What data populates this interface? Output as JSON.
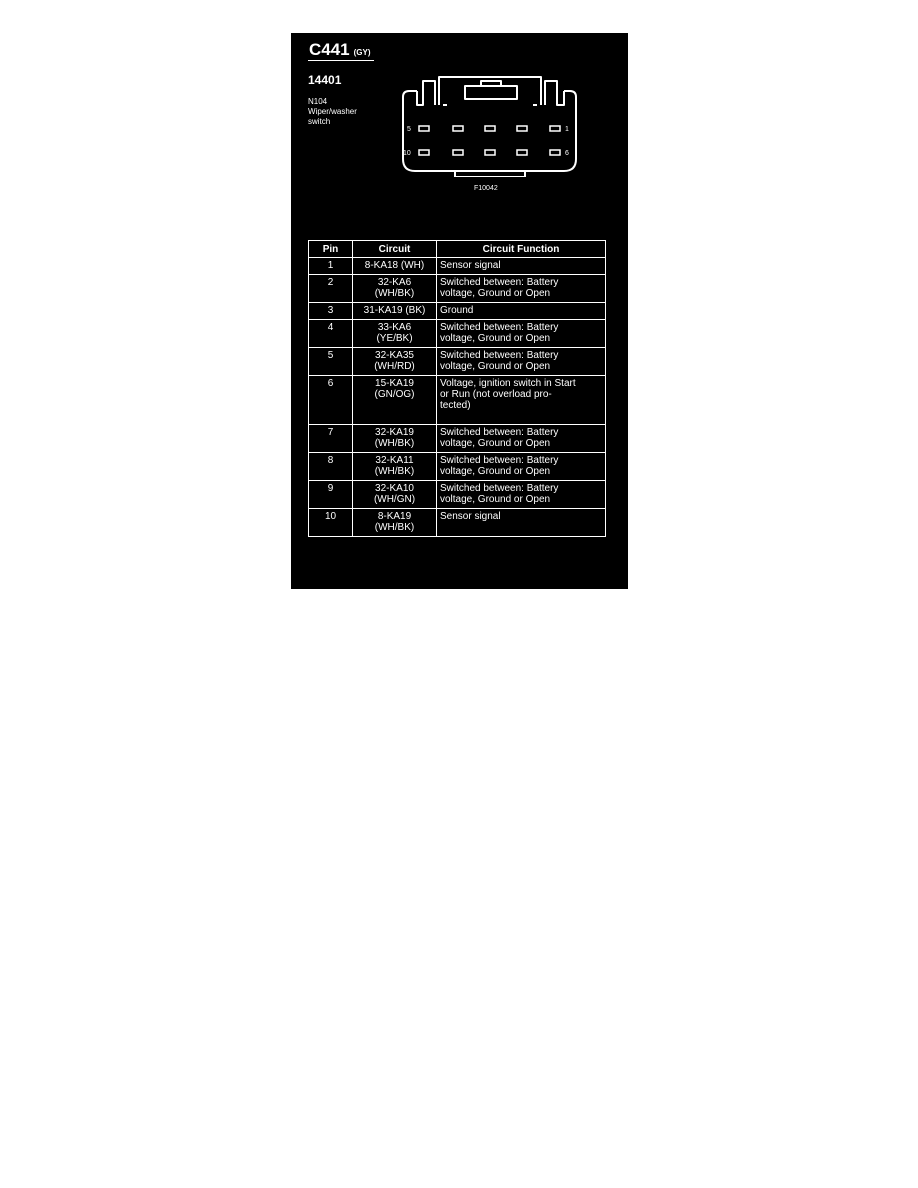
{
  "connector": {
    "id": "C441",
    "color_code": "(GY)",
    "part_number": "14401",
    "component_lines": [
      "N104",
      "Wiper/washer",
      "switch"
    ],
    "figure_code": "F10042",
    "pin_labels": {
      "top_left": "5",
      "top_right": "1",
      "bottom_left": "10",
      "bottom_right": "6"
    }
  },
  "table": {
    "headers": {
      "pin": "Pin",
      "circuit": "Circuit",
      "function": "Circuit Function"
    },
    "rows": [
      {
        "pin": "1",
        "circuit": [
          "8-KA18 (WH)"
        ],
        "function": [
          "Sensor signal"
        ]
      },
      {
        "pin": "2",
        "circuit": [
          "32-KA6",
          "(WH/BK)"
        ],
        "function": [
          "Switched between: Battery",
          "voltage, Ground or Open"
        ]
      },
      {
        "pin": "3",
        "circuit": [
          "31-KA19 (BK)"
        ],
        "function": [
          "Ground"
        ]
      },
      {
        "pin": "4",
        "circuit": [
          "33-KA6",
          "(YE/BK)"
        ],
        "function": [
          "Switched between: Battery",
          "voltage, Ground or Open"
        ]
      },
      {
        "pin": "5",
        "circuit": [
          "32-KA35",
          "(WH/RD)"
        ],
        "function": [
          "Switched between: Battery",
          "voltage, Ground or Open"
        ]
      },
      {
        "pin": "6",
        "circuit": [
          "15-KA19",
          "(GN/OG)"
        ],
        "function": [
          "Voltage, ignition switch in Start",
          "or Run (not overload pro-",
          "tected)"
        ],
        "extra_height": true
      },
      {
        "pin": "7",
        "circuit": [
          "32-KA19",
          "(WH/BK)"
        ],
        "function": [
          "Switched between: Battery",
          "voltage, Ground or Open"
        ]
      },
      {
        "pin": "8",
        "circuit": [
          "32-KA11",
          "(WH/BK)"
        ],
        "function": [
          "Switched between: Battery",
          "voltage, Ground or Open"
        ]
      },
      {
        "pin": "9",
        "circuit": [
          "32-KA10",
          "(WH/GN)"
        ],
        "function": [
          "Switched between: Battery",
          "voltage, Ground or Open"
        ]
      },
      {
        "pin": "10",
        "circuit": [
          "8-KA19",
          "(WH/BK)"
        ],
        "function": [
          "Sensor signal"
        ]
      }
    ]
  }
}
